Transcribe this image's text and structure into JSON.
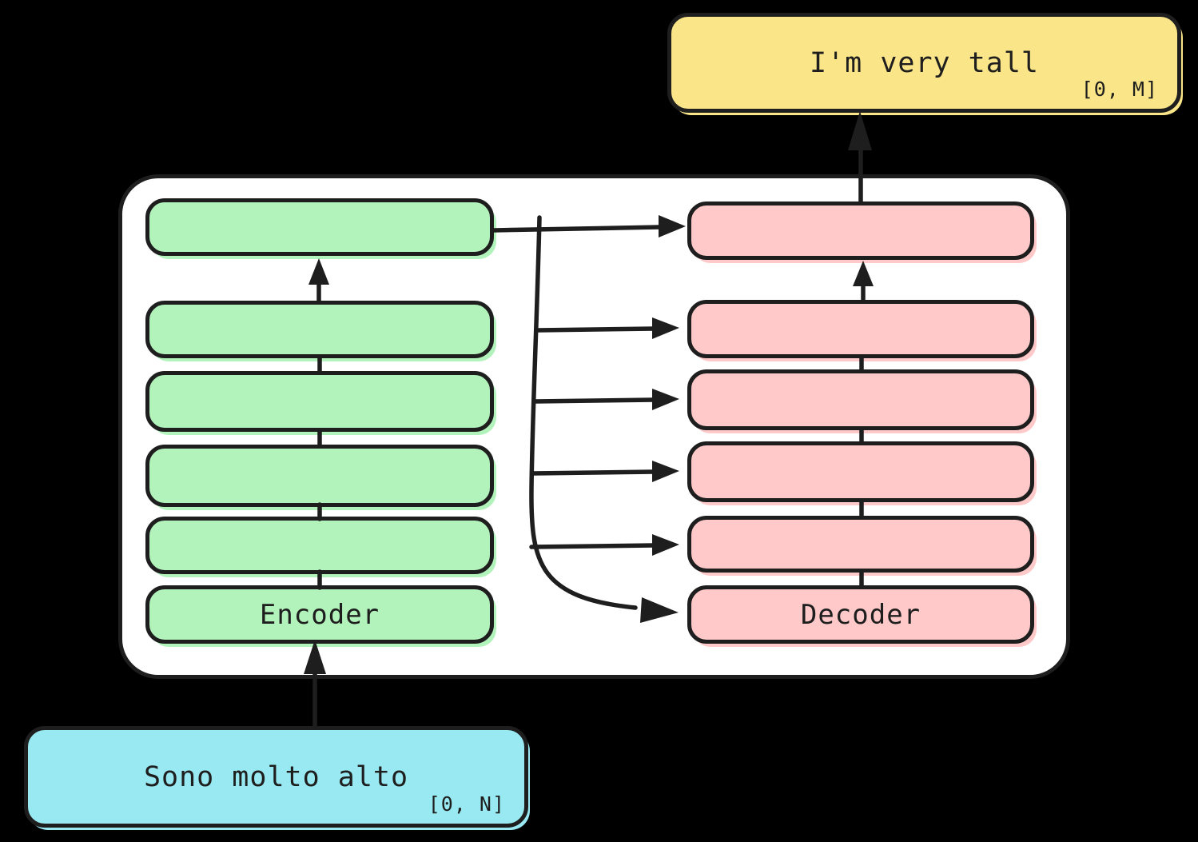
{
  "diagram_title": "Encoder-Decoder sequence-to-sequence translation diagram",
  "colors": {
    "background": "#000000",
    "stroke": "#1e1e1e",
    "container": "#ffffff",
    "encoder": "#b2f2bb",
    "decoder": "#ffc9c9",
    "input": "#99e9f2",
    "output": "#fae588"
  },
  "output_box": {
    "text": "I'm very tall",
    "range_label": "[0, M]"
  },
  "input_box": {
    "text": "Sono molto alto",
    "range_label": "[0, N]"
  },
  "encoder_stack": {
    "label": "Encoder",
    "num_blocks": 6
  },
  "decoder_stack": {
    "label": "Decoder",
    "num_blocks": 6
  }
}
